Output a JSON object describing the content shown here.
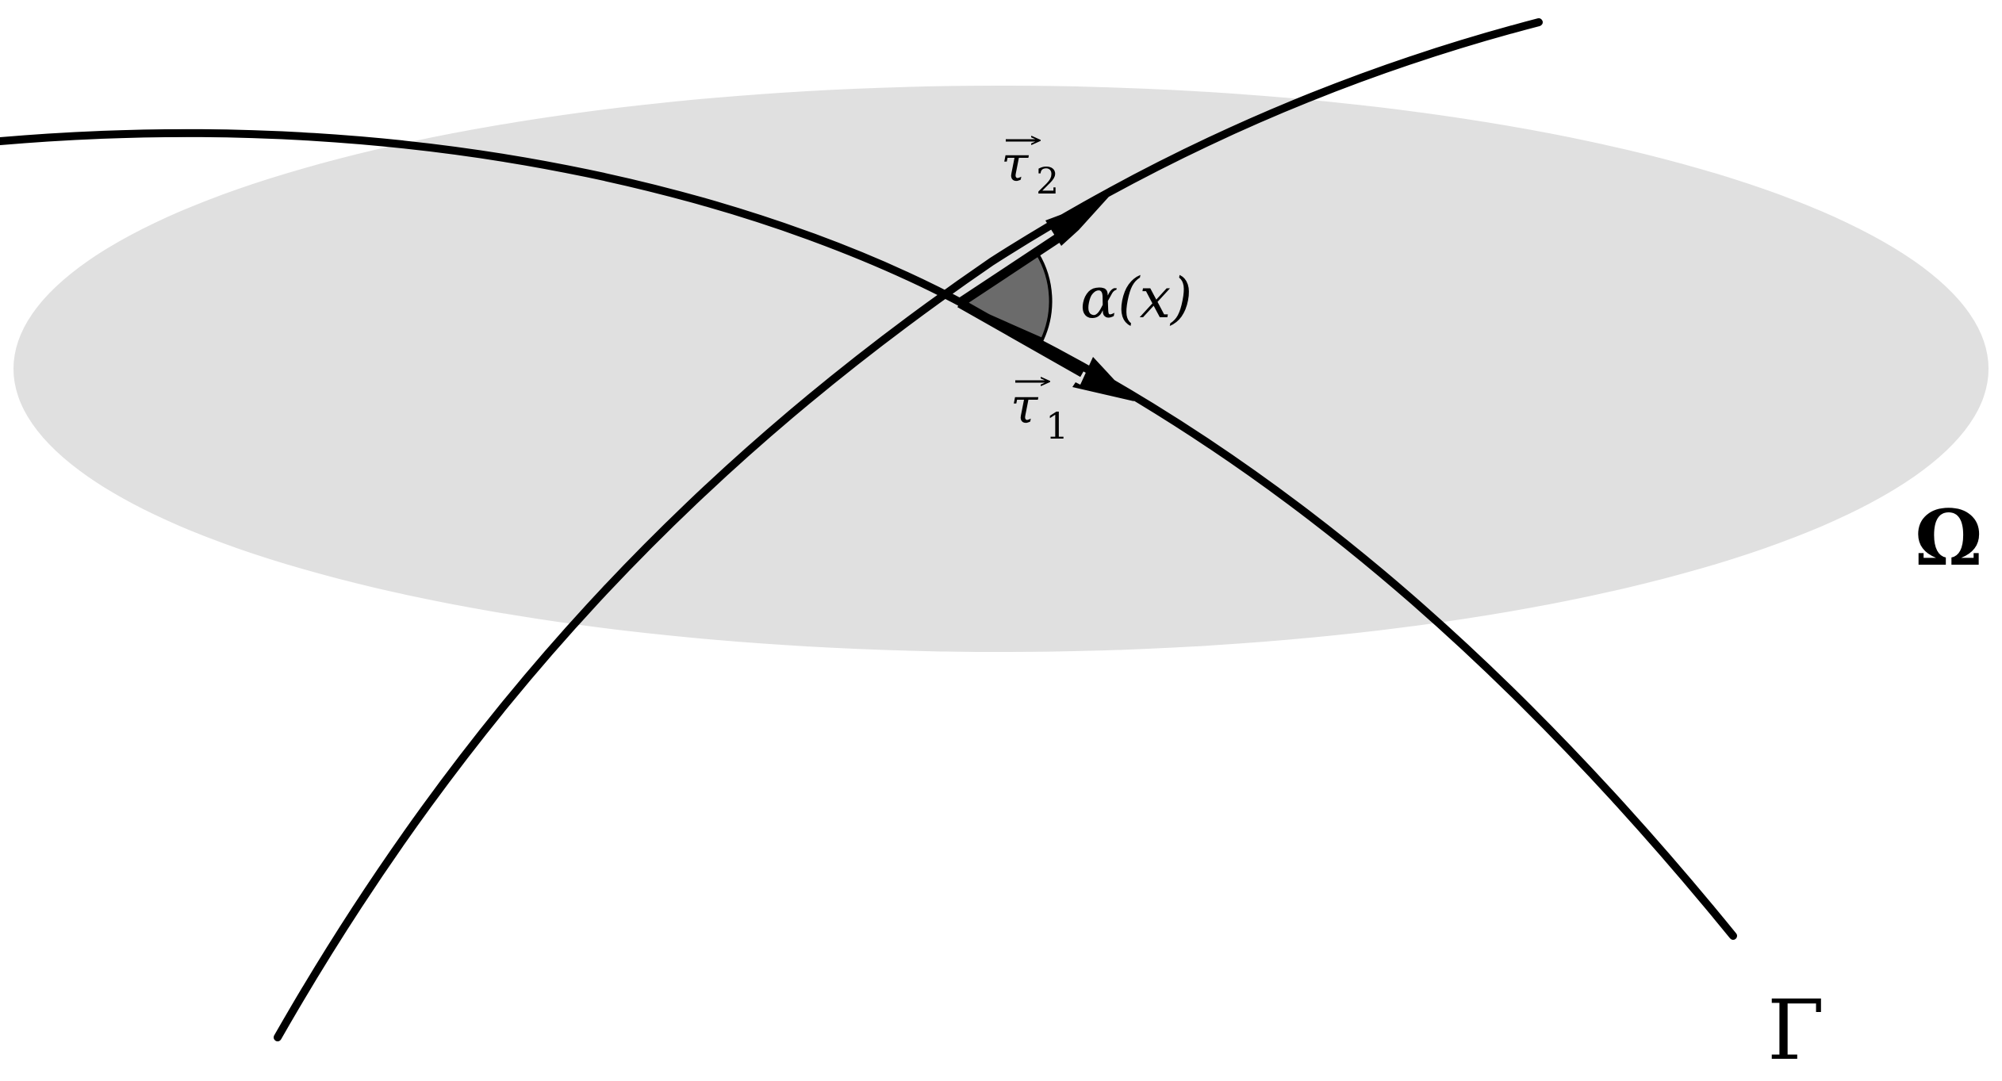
{
  "colors": {
    "background": "#ffffff",
    "region_fill": "#e0e0e0",
    "curve_stroke": "#000000",
    "angle_fill": "#6b6b6b"
  },
  "labels": {
    "region_symbol": "Ω",
    "curve_symbol": "Γ",
    "angle_label": "α(x)",
    "tangent_1": {
      "symbol": "τ",
      "subscript": "1"
    },
    "tangent_2": {
      "symbol": "τ",
      "subscript": "2"
    }
  }
}
